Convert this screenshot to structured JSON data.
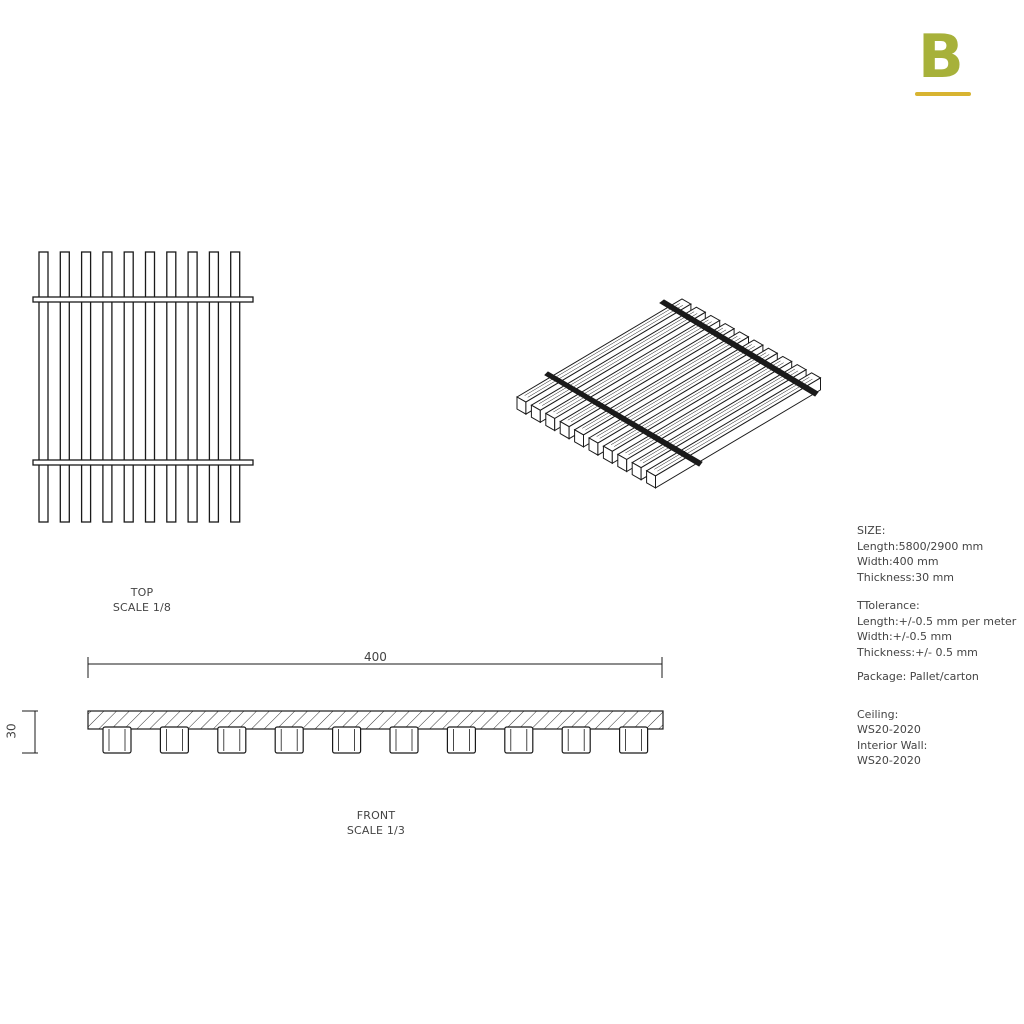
{
  "logo": {
    "letter": "B",
    "color": "#a7b13a",
    "underline_color": "#d8b431"
  },
  "drawing": {
    "line_color": "#1a1a1a",
    "top_view": {
      "title": "TOP",
      "scale": "SCALE 1/8",
      "slat_count": 10
    },
    "front_view": {
      "title": "FRONT",
      "scale": "SCALE 1/3",
      "width_label": "400",
      "thickness_label": "30",
      "slat_count": 10
    },
    "iso_view": {
      "slat_count": 10
    }
  },
  "specs": {
    "size_heading": "SIZE:",
    "length": "Length:5800/2900 mm",
    "width": "Width:400 mm",
    "thickness": "Thickness:30 mm",
    "tolerance_heading": "TTolerance:",
    "tol_length": "Length:+/-0.5 mm per meter",
    "tol_width": "Width:+/-0.5 mm",
    "tol_thickness": "Thickness:+/- 0.5 mm",
    "package": "Package:  Pallet/carton",
    "ceiling_heading": "Ceiling:",
    "ceiling_code": "WS20-2020",
    "wall_heading": "Interior Wall:",
    "wall_code": "WS20-2020"
  }
}
